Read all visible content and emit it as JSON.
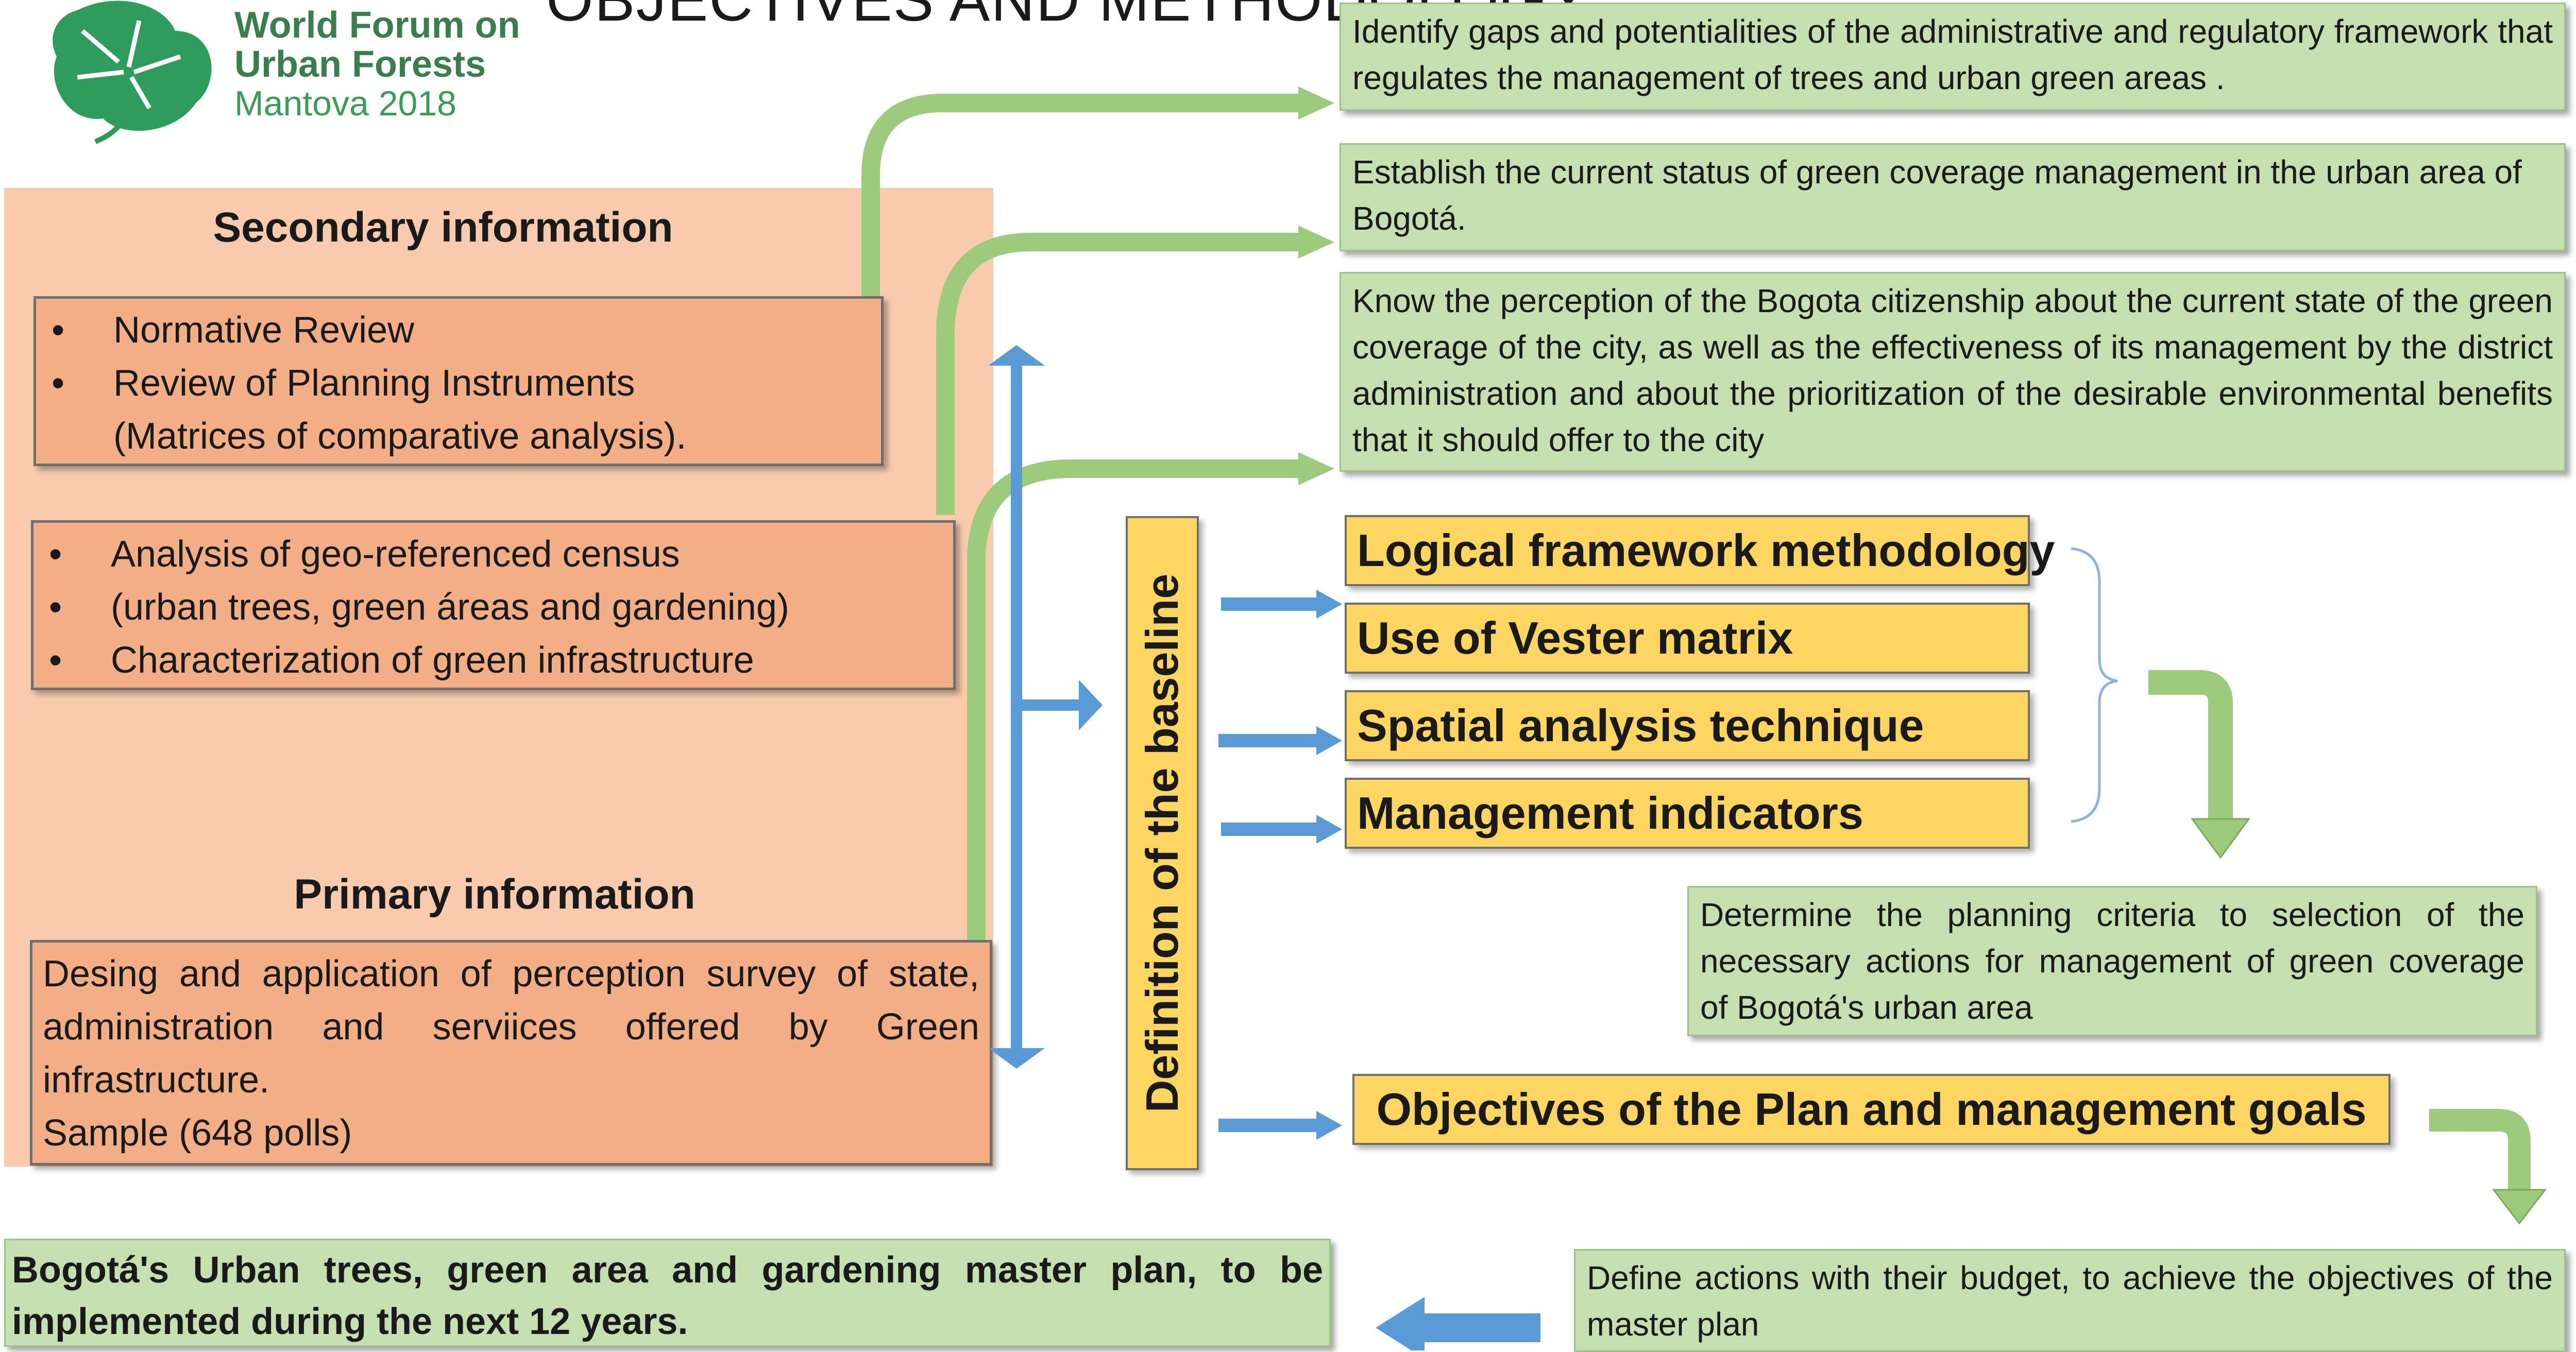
{
  "logo": {
    "line1": "World Forum on",
    "line2": "Urban Forests",
    "line3": "Mantova 2018",
    "color": "#2e9c5a"
  },
  "page_title": "OBJECTIVES AND METHODOLOGY",
  "left_panel": {
    "secondary_title": "Secondary information",
    "secondary_items": [
      "Normative Review",
      "Review of Planning Instruments",
      "(Matrices of comparative analysis)."
    ],
    "census_items": [
      "Analysis of  geo-referenced census",
      "(urban trees, green áreas and gardening)",
      "Characterization of  green infrastructure"
    ],
    "primary_title": "Primary information",
    "primary_text": "Desing and application of perception survey of state, administration and serviices offered by Green infrastructure.",
    "primary_sample": "Sample (648 polls)"
  },
  "baseline_label": "Definition of the baseline",
  "objectives": [
    "Identify gaps and potentialities of the administrative and regulatory framework that regulates the management of trees and urban green areas .",
    "Establish the current status of green coverage management in the urban area of Bogotá.",
    "Know the perception of the Bogota citizenship about the current state of the green coverage of the city, as well as the effectiveness of its management by the district administration and about the prioritization of the desirable environmental benefits that it should offer to the city"
  ],
  "methods": [
    "Logical framework methodology",
    "Use of Vester matrix",
    "Spatial analysis technique",
    "Management indicators"
  ],
  "planning_criteria": "Determine the planning criteria to selection of the necessary actions for management of green coverage of Bogotá's urban area",
  "plan_objectives": "Objectives of the Plan and management goals",
  "define_actions": "Define actions with their budget, to achieve the objectives of the master plan",
  "master_plan": "Bogotá's Urban trees, green area and gardening master plan, to be implemented during the next 12 years.",
  "colors": {
    "green_box": "#c6dfb1",
    "green_arrow": "#9ccb7c",
    "blue_arrow": "#5b9bd5",
    "orange_box": "#f2ae84",
    "orange_panel": "#f8cbad",
    "yellow_box": "#fcd660"
  }
}
